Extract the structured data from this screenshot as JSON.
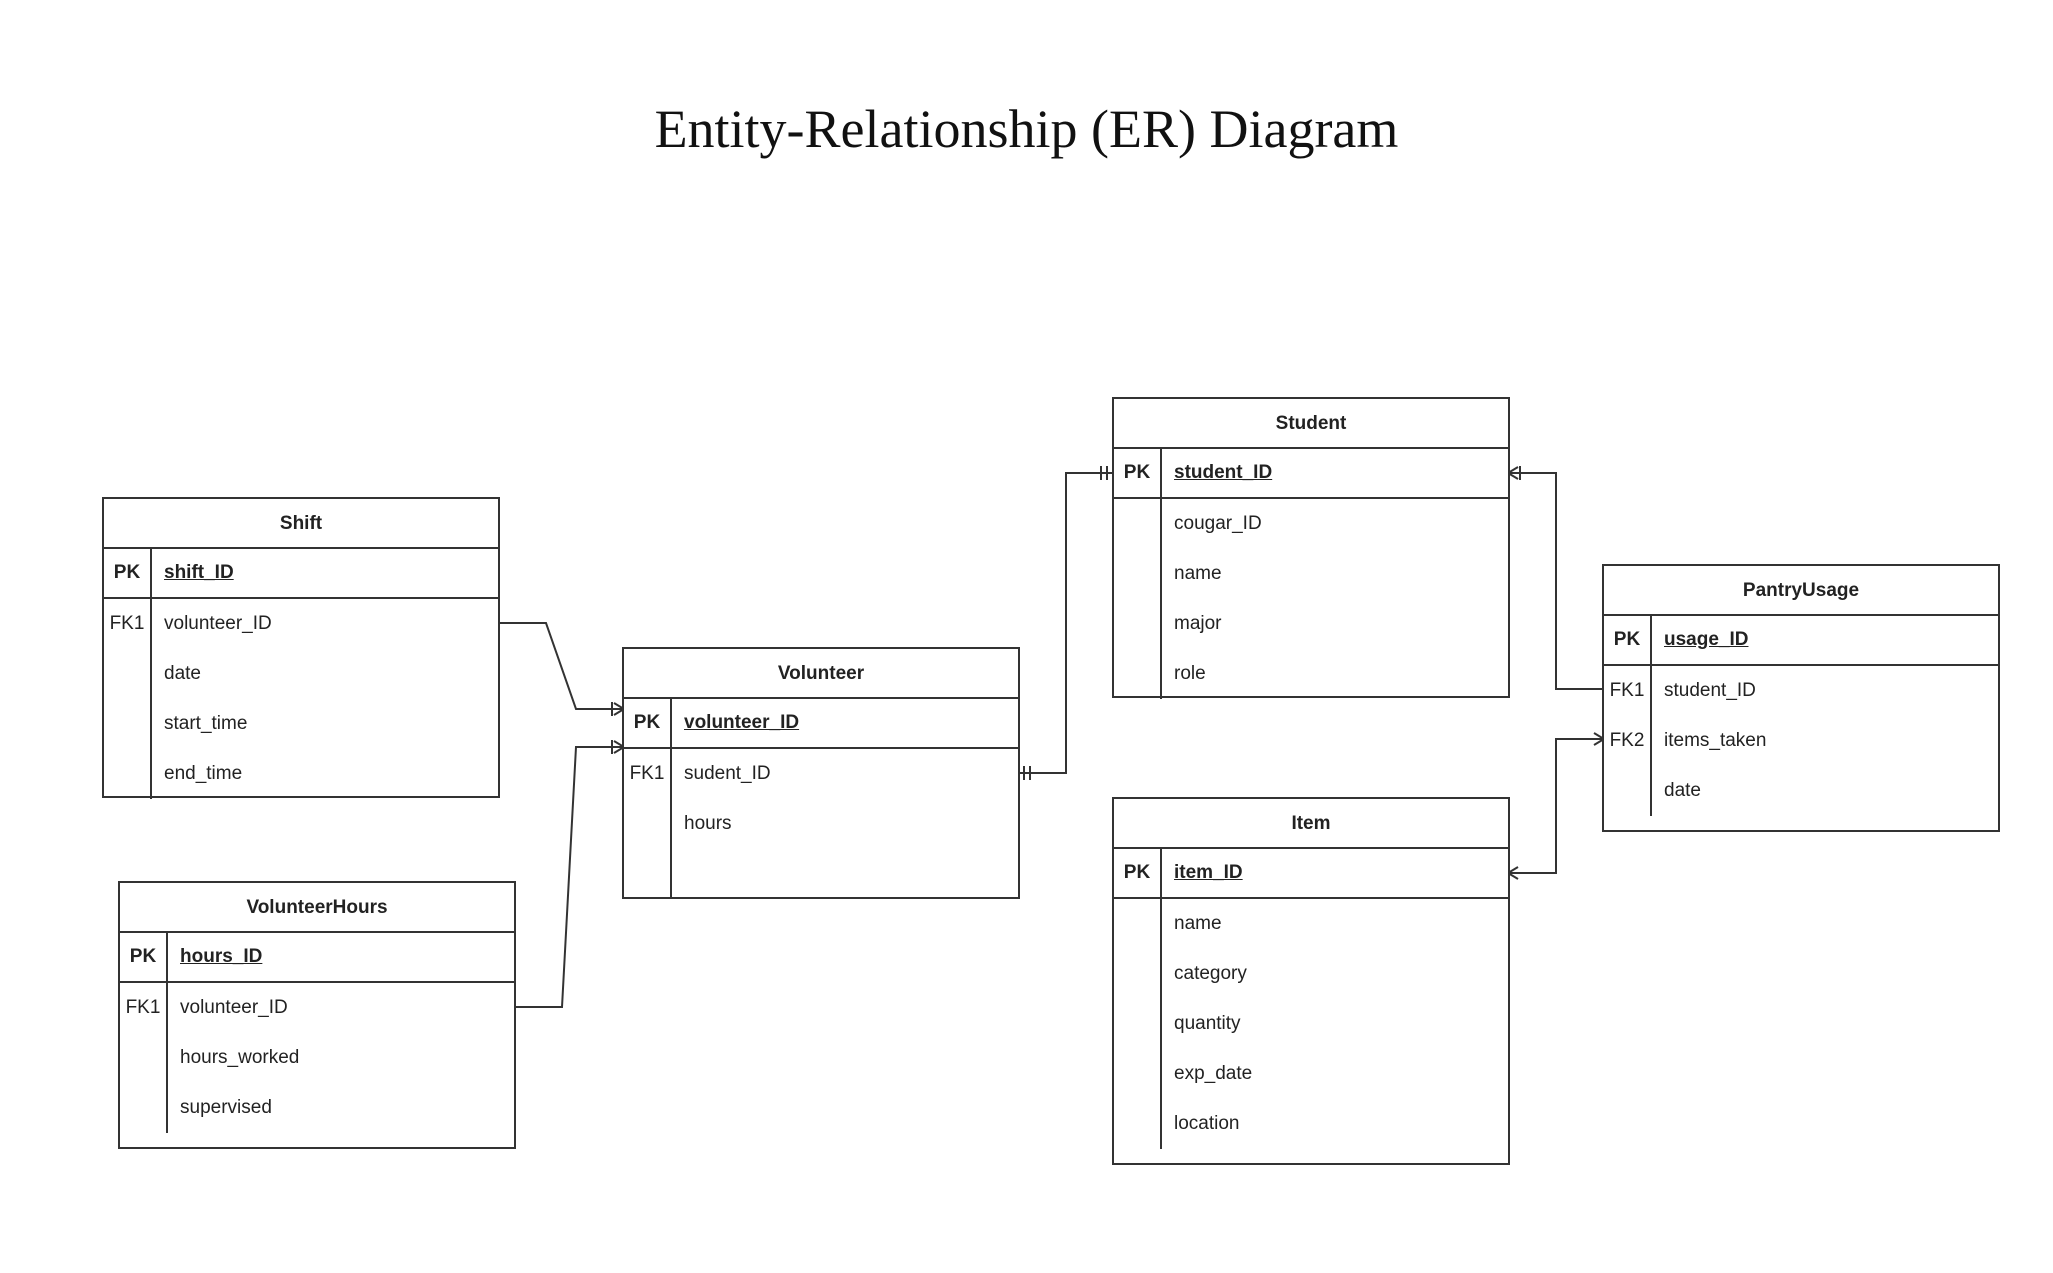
{
  "title": "Entity-Relationship (ER) Diagram",
  "entities": {
    "shift": {
      "name": "Shift",
      "pk": {
        "key": "PK",
        "field": "shift_ID"
      },
      "fields": [
        {
          "key": "FK1",
          "field": "volunteer_ID"
        },
        {
          "key": "",
          "field": "date"
        },
        {
          "key": "",
          "field": "start_time"
        },
        {
          "key": "",
          "field": "end_time"
        }
      ]
    },
    "volunteer_hours": {
      "name": "VolunteerHours",
      "pk": {
        "key": "PK",
        "field": "hours_ID"
      },
      "fields": [
        {
          "key": "FK1",
          "field": "volunteer_ID"
        },
        {
          "key": "",
          "field": "hours_worked"
        },
        {
          "key": "",
          "field": "supervised"
        }
      ]
    },
    "volunteer": {
      "name": "Volunteer",
      "pk": {
        "key": "PK",
        "field": "volunteer_ID"
      },
      "fields": [
        {
          "key": "FK1",
          "field": "sudent_ID"
        },
        {
          "key": "",
          "field": "hours"
        }
      ]
    },
    "student": {
      "name": "Student",
      "pk": {
        "key": "PK",
        "field": "student_ID"
      },
      "fields": [
        {
          "key": "",
          "field": "cougar_ID"
        },
        {
          "key": "",
          "field": "name"
        },
        {
          "key": "",
          "field": "major"
        },
        {
          "key": "",
          "field": "role"
        }
      ]
    },
    "item": {
      "name": "Item",
      "pk": {
        "key": "PK",
        "field": "item_ID"
      },
      "fields": [
        {
          "key": "",
          "field": "name"
        },
        {
          "key": "",
          "field": "category"
        },
        {
          "key": "",
          "field": "quantity"
        },
        {
          "key": "",
          "field": "exp_date"
        },
        {
          "key": "",
          "field": "location"
        }
      ]
    },
    "pantry_usage": {
      "name": "PantryUsage",
      "pk": {
        "key": "PK",
        "field": "usage_ID"
      },
      "fields": [
        {
          "key": "FK1",
          "field": "student_ID"
        },
        {
          "key": "FK2",
          "field": "items_taken"
        },
        {
          "key": "",
          "field": "date"
        }
      ]
    }
  },
  "relationships": [
    {
      "from": "Shift",
      "to": "Volunteer",
      "end_marker": "one-or-many"
    },
    {
      "from": "VolunteerHours",
      "to": "Volunteer",
      "end_marker": "one-or-many"
    },
    {
      "from": "Volunteer",
      "to": "Student",
      "end_marker": "one-and-only-one"
    },
    {
      "from": "PantryUsage",
      "to": "Student",
      "end_marker": "one-or-many"
    },
    {
      "from": "PantryUsage",
      "to": "Item",
      "end_marker": "many"
    }
  ]
}
